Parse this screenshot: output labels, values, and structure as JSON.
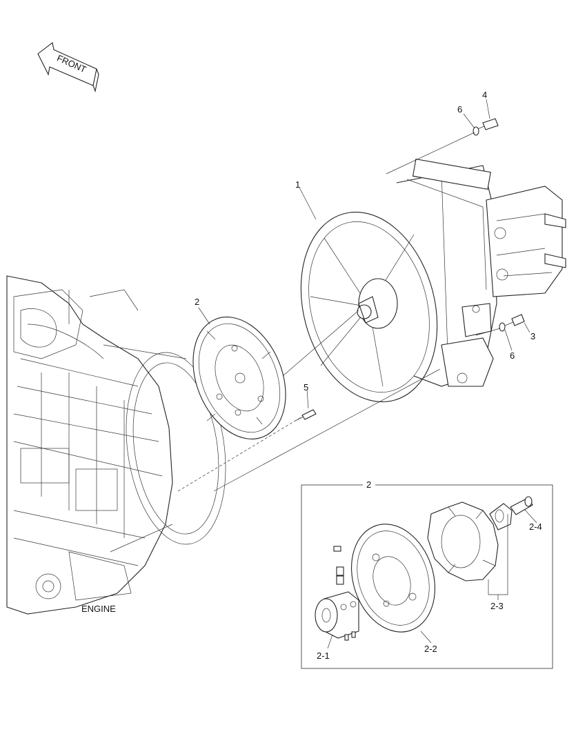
{
  "front_arrow": {
    "label": "FRONT"
  },
  "engine": {
    "label": "ENGINE"
  },
  "callouts": {
    "c1": "1",
    "c2": "2",
    "c3": "3",
    "c4": "4",
    "c5": "5",
    "c6a": "6",
    "c6b": "6"
  },
  "detail_box": {
    "title": "2",
    "c2_1": "2-1",
    "c2_2": "2-2",
    "c2_3": "2-3",
    "c2_4": "2-4"
  }
}
